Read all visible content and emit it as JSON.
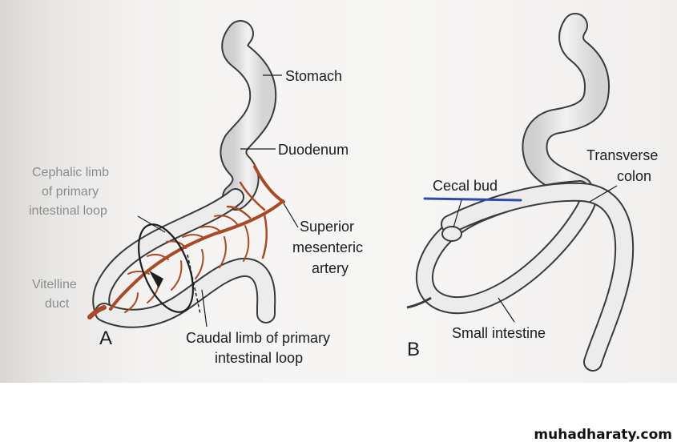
{
  "panel_a": {
    "letter": "A",
    "labels": {
      "stomach": "Stomach",
      "duodenum": "Duodenum",
      "cephalic_1": "Cephalic limb",
      "cephalic_2": "of primary",
      "cephalic_3": "intestinal loop",
      "sma_1": "Superior",
      "sma_2": "mesenteric",
      "sma_3": "artery",
      "vitelline_1": "Vitelline",
      "vitelline_2": "duct",
      "caudal_1": "Caudal limb of primary",
      "caudal_2": "intestinal loop"
    }
  },
  "panel_b": {
    "letter": "B",
    "labels": {
      "cecal_bud": "Cecal bud",
      "transverse_1": "Transverse",
      "transverse_2": "colon",
      "small_intestine": "Small intestine"
    }
  },
  "colors": {
    "artery": "#a84a25",
    "gut_fill": "#e6e6e6",
    "outline": "#3a3a3a",
    "annotation_line": "#2f4aa8"
  },
  "watermark": "muhadharaty.com"
}
